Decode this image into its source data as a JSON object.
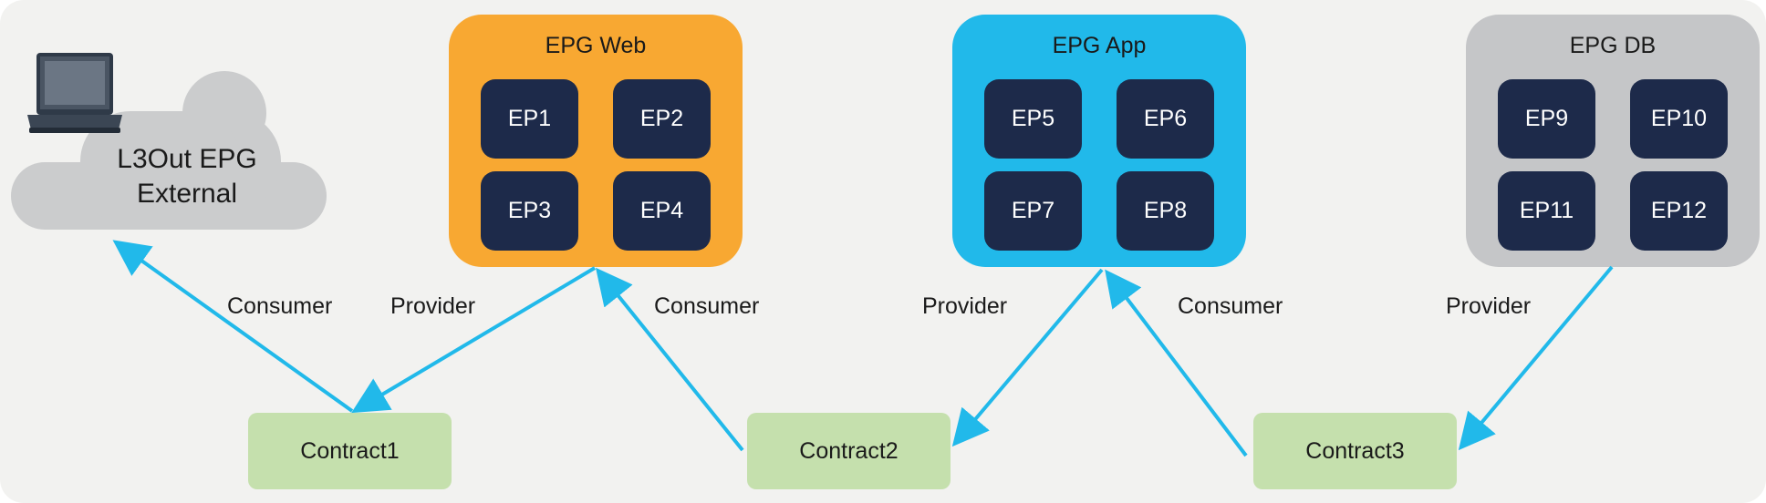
{
  "external": {
    "line1": "L3Out EPG",
    "line2": "External",
    "icon": "laptop-icon"
  },
  "epgs": [
    {
      "title": "EPG Web",
      "color": "#f8a832",
      "eps": [
        "EP1",
        "EP2",
        "EP3",
        "EP4"
      ]
    },
    {
      "title": "EPG App",
      "color": "#21b9ea",
      "eps": [
        "EP5",
        "EP6",
        "EP7",
        "EP8"
      ]
    },
    {
      "title": "EPG DB",
      "color": "#c5c6c8",
      "eps": [
        "EP9",
        "EP10",
        "EP11",
        "EP12"
      ]
    }
  ],
  "contracts": [
    "Contract1",
    "Contract2",
    "Contract3"
  ],
  "roles": [
    "Consumer",
    "Provider",
    "Consumer",
    "Provider",
    "Consumer",
    "Provider"
  ],
  "colors": {
    "arrow": "#21b9ea",
    "ep_fill": "#1d2a4a",
    "contract_fill": "#c5e0ad",
    "cloud_fill": "#cbcccd",
    "background": "#f2f2f0"
  }
}
